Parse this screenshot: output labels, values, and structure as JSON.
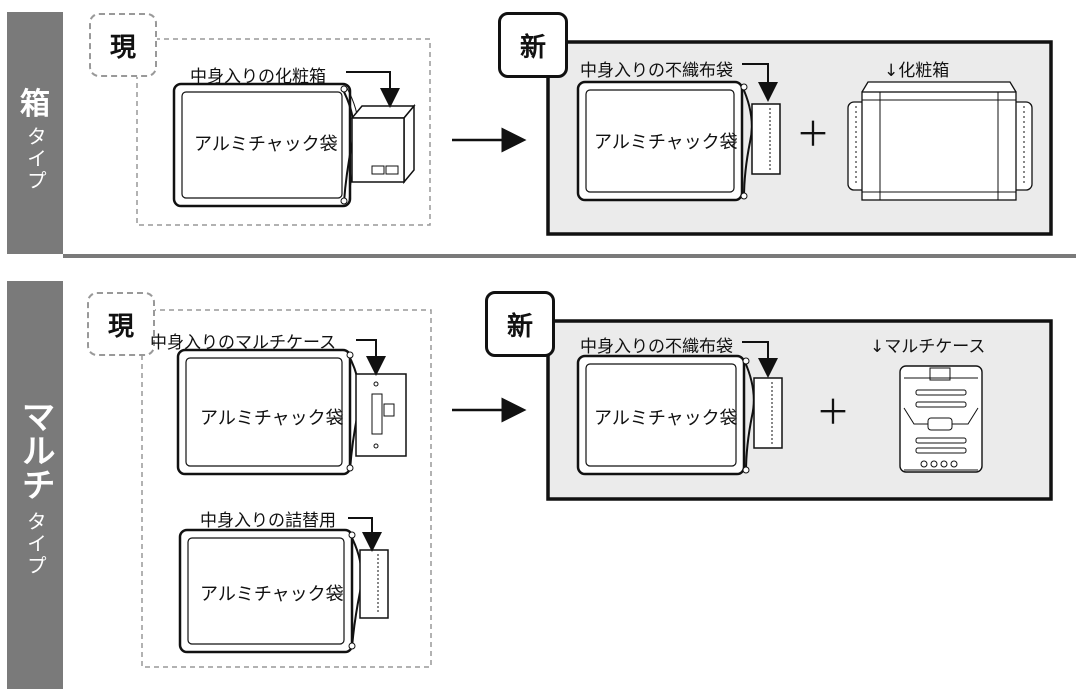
{
  "sections": {
    "box": {
      "band_main": "箱",
      "band_sub": "タイプ",
      "current_badge": "現",
      "current_label": "中身入りの化粧箱",
      "current_bag": "アルミチャック袋",
      "new_badge": "新",
      "new_label": "中身入りの不織布袋",
      "new_bag": "アルミチャック袋",
      "plus": "＋",
      "extra_label": "↓化粧箱"
    },
    "multi": {
      "band_main": "マルチ",
      "band_sub": "タイプ",
      "current_badge": "現",
      "current_label_1": "中身入りのマルチケース",
      "current_bag_1": "アルミチャック袋",
      "current_label_2": "中身入りの詰替用",
      "current_bag_2": "アルミチャック袋",
      "new_badge": "新",
      "new_label": "中身入りの不織布袋",
      "new_bag": "アルミチャック袋",
      "plus": "＋",
      "extra_label": "↓マルチケース"
    }
  },
  "colors": {
    "band": "#7a7a7a",
    "new_panel_fill": "#ebebeb",
    "dashed_border": "#999999"
  }
}
